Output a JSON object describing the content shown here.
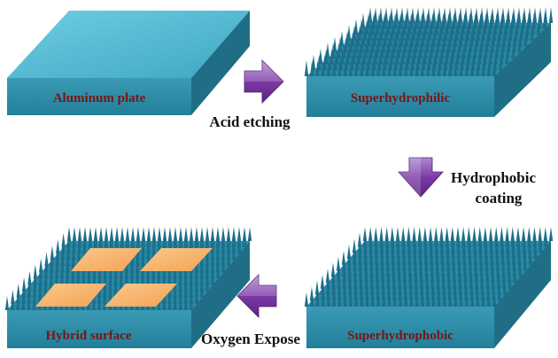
{
  "colors": {
    "plate_top": "#4fb6cf",
    "plate_front": "#2a8aa5",
    "plate_side": "#1f6e86",
    "spike": "#1d6f8a",
    "patch": "#f6b06a",
    "arrow": "#7d3aa6",
    "plate_label": "#7a1515"
  },
  "panels": {
    "aluminum": {
      "label": "Aluminum plate"
    },
    "superhydrophilic": {
      "label": "Superhydrophilic"
    },
    "superhydrophobic": {
      "label": "Superhydrophobic"
    },
    "hybrid": {
      "label": "Hybrid surface"
    }
  },
  "steps": {
    "acid_etching": {
      "label": "Acid etching"
    },
    "hydrophobic_coating": {
      "line1": "Hydrophobic",
      "line2": "coating"
    },
    "oxygen_expose": {
      "label": "Oxygen Expose"
    }
  }
}
